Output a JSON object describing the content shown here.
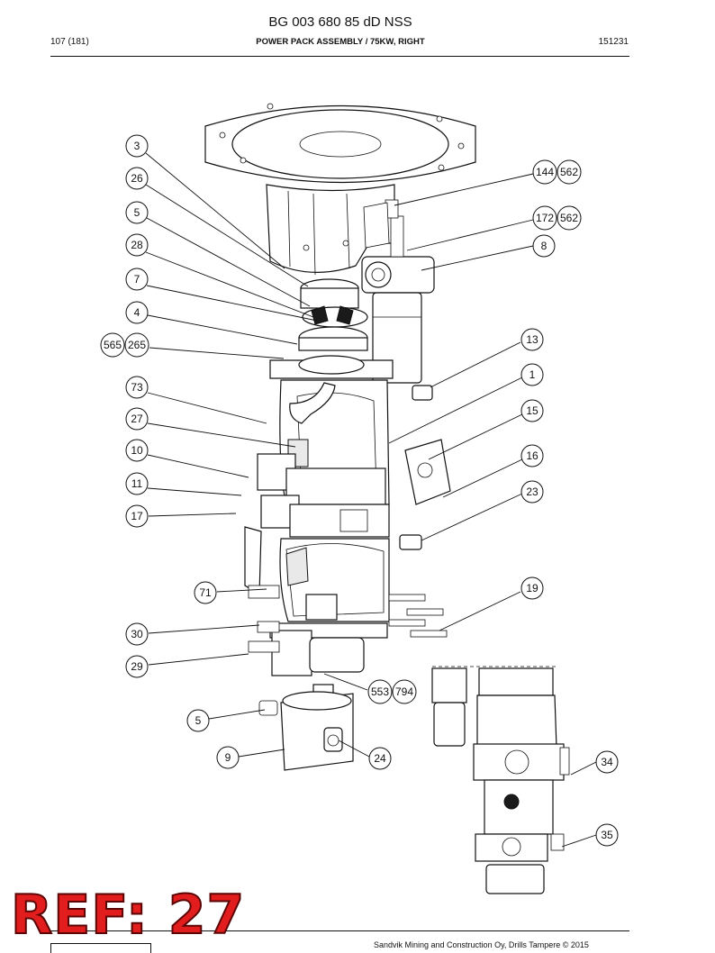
{
  "header": {
    "doc_title": "BG 003 680 85 dD NSS",
    "page": "107 (181)",
    "section_title": "POWER PACK ASSEMBLY / 75KW, RIGHT",
    "code": "151231"
  },
  "callouts": {
    "c3": "3",
    "c26": "26",
    "c5a": "5",
    "c28": "28",
    "c7": "7",
    "c4": "4",
    "c565": "565",
    "c265": "265",
    "c73": "73",
    "c27": "27",
    "c10": "10",
    "c11": "11",
    "c17": "17",
    "c71": "71",
    "c30": "30",
    "c29": "29",
    "c5b": "5",
    "c9": "9",
    "c24": "24",
    "c553": "553",
    "c794": "794",
    "c144": "144",
    "c562a": "562",
    "c172": "172",
    "c562b": "562",
    "c8": "8",
    "c13": "13",
    "c1": "1",
    "c15": "15",
    "c16": "16",
    "c23": "23",
    "c19": "19",
    "c34": "34",
    "c35": "35"
  },
  "stamp": {
    "text": "REF: 27",
    "color": "#e11d1d"
  },
  "footer": {
    "copyright": "Sandvik Mining and Construction Oy, Drills Tampere © 2015"
  }
}
